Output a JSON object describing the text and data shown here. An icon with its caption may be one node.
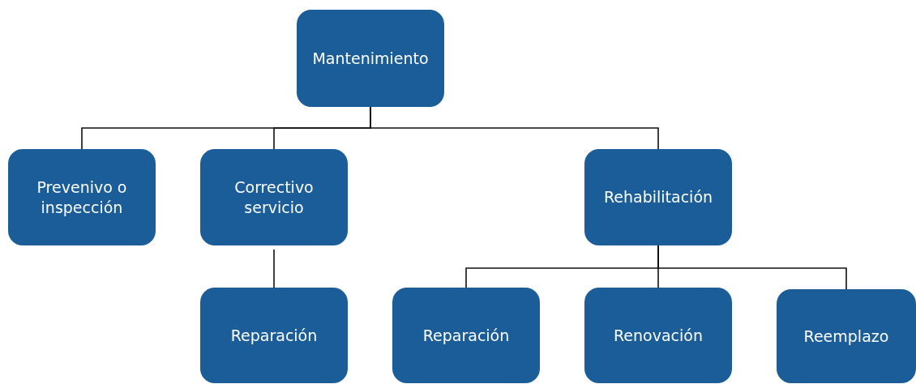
{
  "diagram": {
    "nodes": [
      {
        "text": [
          "Mantenimiento"
        ]
      },
      {
        "text": [
          "Prevenivo o inspección"
        ]
      },
      {
        "text": [
          "Correctivo servicio"
        ]
      },
      {
        "text": [
          "Rehabilitación"
        ]
      },
      {
        "text": [
          "Reparación"
        ]
      },
      {
        "text": [
          "Reparación"
        ]
      },
      {
        "text": [
          "Renovación"
        ]
      },
      {
        "text": [
          "Reemplazo"
        ]
      }
    ],
    "edges": [
      {
        "from": 0,
        "to": 1,
        "arrow": "none"
      },
      {
        "from": 0,
        "to": 2,
        "arrow": "none"
      },
      {
        "from": 0,
        "to": 3,
        "arrow": "none"
      },
      {
        "from": 2,
        "to": 4,
        "arrow": "none"
      },
      {
        "from": 3,
        "to": 5,
        "arrow": "none"
      },
      {
        "from": 3,
        "to": 6,
        "arrow": "none"
      },
      {
        "from": 3,
        "to": 7,
        "arrow": "none"
      }
    ]
  }
}
